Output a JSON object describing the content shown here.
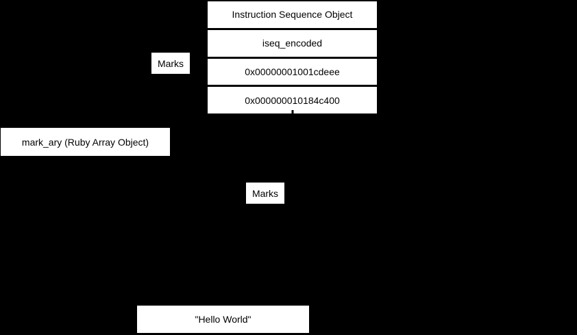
{
  "colors": {
    "background": "#000000",
    "node_fill": "#ffffff",
    "node_text": "#000000"
  },
  "diagram": {
    "iseq_table": {
      "rows": [
        {
          "label": "Instruction Sequence Object"
        },
        {
          "label": "iseq_encoded"
        },
        {
          "label": "0x00000001001cdeee"
        },
        {
          "label": "0x000000010184c400"
        }
      ]
    },
    "edge_labels": {
      "top": "Marks",
      "bottom": "Marks"
    },
    "mark_ary_node": {
      "label": "mark_ary (Ruby Array Object)"
    },
    "string_node": {
      "label": "\"Hello World\""
    }
  }
}
